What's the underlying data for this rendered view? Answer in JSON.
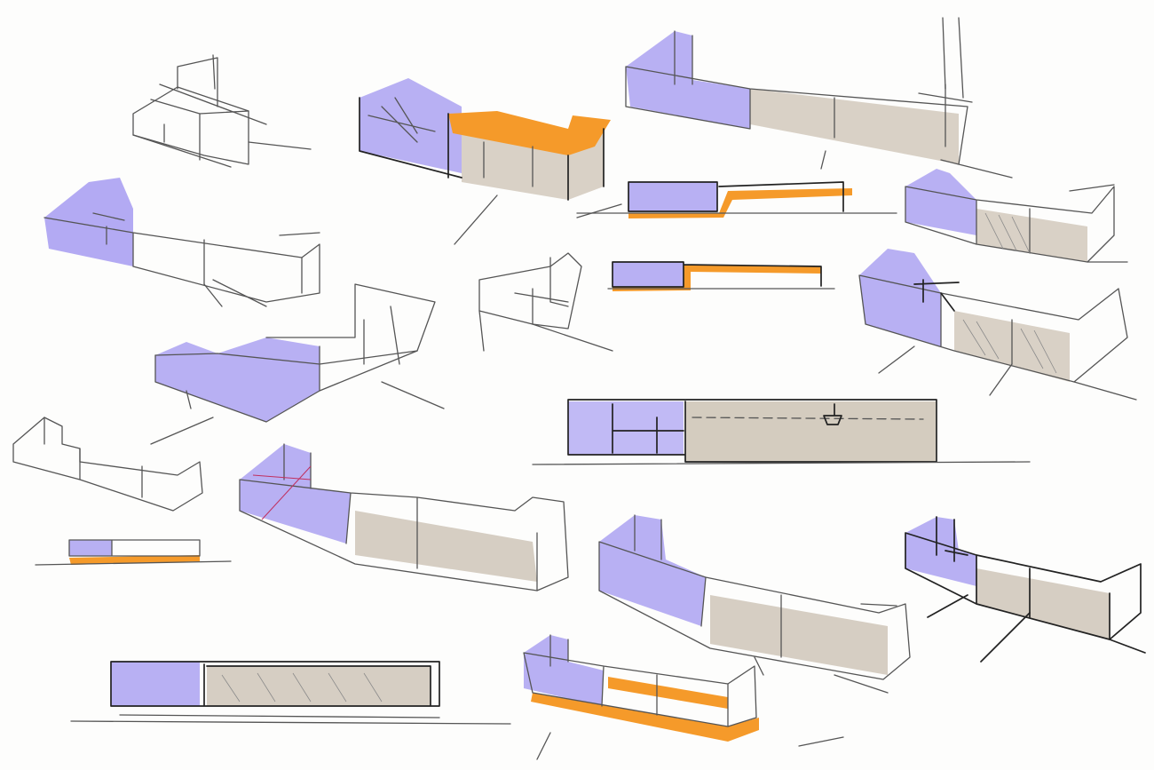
{
  "palette": {
    "paper": "#fdfdfc",
    "glass_violet": "#9a8ef0",
    "panel_taupe": "#cfc6b8",
    "accent_orange": "#f59a2a",
    "pencil": "#555555",
    "marker_dark": "#222222"
  },
  "sketch_subject": "reception-desk-concepts",
  "sketches": [
    {
      "id": "sketch-1",
      "view": "perspective",
      "shading": "none"
    },
    {
      "id": "sketch-2",
      "view": "perspective",
      "shading": "violet-orange"
    },
    {
      "id": "sketch-3",
      "view": "perspective",
      "shading": "violet-taupe"
    },
    {
      "id": "sketch-4",
      "view": "perspective",
      "shading": "violet"
    },
    {
      "id": "sketch-5",
      "view": "elevation",
      "shading": "violet-orange"
    },
    {
      "id": "sketch-6",
      "view": "perspective",
      "shading": "violet-taupe"
    },
    {
      "id": "sketch-7",
      "view": "perspective",
      "shading": "none"
    },
    {
      "id": "sketch-8",
      "view": "elevation",
      "shading": "violet-orange"
    },
    {
      "id": "sketch-9",
      "view": "perspective",
      "shading": "violet-taupe"
    },
    {
      "id": "sketch-10",
      "view": "perspective",
      "shading": "violet"
    },
    {
      "id": "sketch-11",
      "view": "elevation",
      "shading": "violet-taupe"
    },
    {
      "id": "sketch-12",
      "view": "perspective",
      "shading": "none"
    },
    {
      "id": "sketch-13",
      "view": "perspective",
      "shading": "violet-taupe"
    },
    {
      "id": "sketch-14",
      "view": "elevation",
      "shading": "violet-orange"
    },
    {
      "id": "sketch-15",
      "view": "perspective",
      "shading": "violet-taupe"
    },
    {
      "id": "sketch-16",
      "view": "perspective",
      "shading": "violet-taupe"
    },
    {
      "id": "sketch-17",
      "view": "elevation",
      "shading": "violet-taupe"
    },
    {
      "id": "sketch-18",
      "view": "perspective",
      "shading": "violet-orange"
    }
  ]
}
